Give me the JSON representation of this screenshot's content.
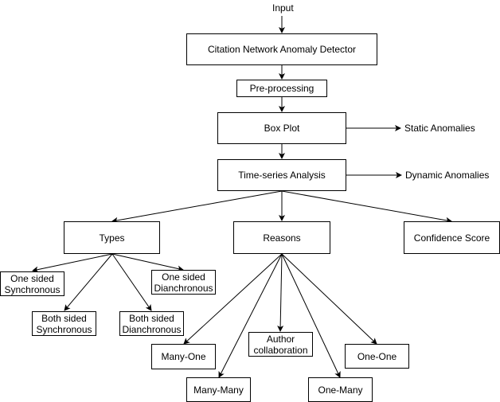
{
  "input_label": "Input",
  "nodes": {
    "detector": "Citation Network Anomaly Detector",
    "preprocessing": "Pre-processing",
    "boxplot": "Box Plot",
    "timeseries": "Time-series Analysis",
    "types": "Types",
    "reasons": "Reasons",
    "confidence": "Confidence Score",
    "one_sided_sync": "One sided\nSynchronous",
    "one_sided_dia": "One sided\nDianchronous",
    "both_sided_sync": "Both sided\nSynchronous",
    "both_sided_dia": "Both sided\nDianchronous",
    "many_one": "Many-One",
    "many_many": "Many-Many",
    "author_collab": "Author\ncollaboration",
    "one_many": "One-Many",
    "one_one": "One-One"
  },
  "outputs": {
    "static": "Static Anomalies",
    "dynamic": "Dynamic Anomalies"
  }
}
